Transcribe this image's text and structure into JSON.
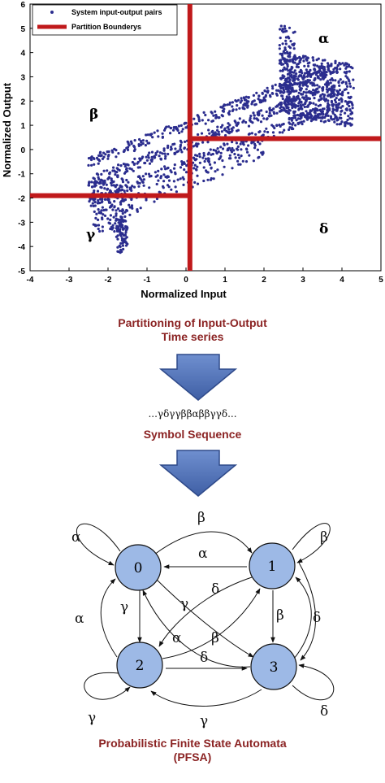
{
  "chart_data": {
    "type": "scatter",
    "xlabel": "Normalized Input",
    "ylabel": "Normalized Output",
    "xlim": [
      -4,
      5
    ],
    "ylim": [
      -5,
      6
    ],
    "xticks": [
      "-4",
      "-3",
      "-2",
      "-1",
      "0",
      "1",
      "2",
      "3",
      "4",
      "5"
    ],
    "yticks": [
      "6",
      "5",
      "4",
      "3",
      "2",
      "1",
      "0",
      "-1",
      "-2",
      "-3",
      "-4",
      "-5"
    ],
    "legend": {
      "position": "top-left",
      "entries": [
        "System input-output pairs",
        "Partition Bounderys"
      ]
    },
    "series": [
      {
        "name": "System input-output pairs",
        "color": "#2b2d8e",
        "kind": "scatter"
      },
      {
        "name": "Partition Bounderys",
        "color": "#c0191b",
        "kind": "lines",
        "segments": [
          {
            "x": [
              0.1,
              0.1
            ],
            "y": [
              -5,
              6
            ]
          },
          {
            "x": [
              -4,
              0.1
            ],
            "y": [
              -1.9,
              -1.9
            ]
          },
          {
            "x": [
              0.1,
              5
            ],
            "y": [
              0.45,
              0.45
            ]
          }
        ]
      }
    ],
    "region_labels": [
      {
        "text": "α",
        "x": 3.4,
        "y": 4.7
      },
      {
        "text": "β",
        "x": -2.9,
        "y": 2.1
      },
      {
        "text": "γ",
        "x": -3.1,
        "y": -3.2
      },
      {
        "text": "δ",
        "x": 3.5,
        "y": -3.1
      }
    ]
  },
  "captions": {
    "partitioning": "Partitioning of Input-Output\nTime series",
    "symbol_sequence_text": "...γδγγββαββγγδ...",
    "symbol_sequence_label": "Symbol Sequence",
    "pfsa_label": "Probabilistic Finite State Automata\n(PFSA)"
  },
  "pfsa": {
    "node_color": "#9db9e6",
    "nodes": [
      "0",
      "1",
      "2",
      "3"
    ],
    "edge_labels": {
      "self_0": "α",
      "self_1": "β",
      "self_2": "γ",
      "self_3": "δ",
      "top_0_1": "β",
      "mid_1_0": "α",
      "left_2_0": "α",
      "left_0_2": "γ",
      "diag_0_3": "δ",
      "diag_1_2": "γ",
      "diag_2_1": "β",
      "diag_3_0": "α",
      "right_1_3": "β",
      "right_3_1": "δ",
      "bottom_2_3": "δ",
      "bottom_3_2": "γ"
    }
  }
}
